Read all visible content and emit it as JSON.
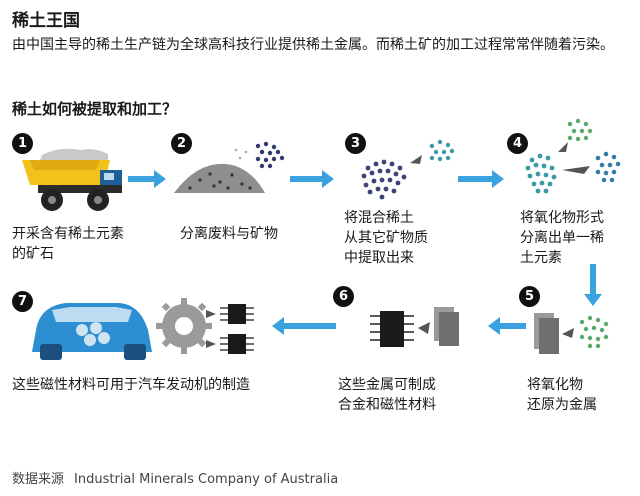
{
  "title": "稀土王国",
  "intro": "由中国主导的稀土生产链为全球高科技行业提供稀土金属。而稀土矿的加工过程常常伴随着污染。",
  "heading": "稀土如何被提取和加工？",
  "steps": [
    {
      "num": "1",
      "lines": [
        "开采含有稀土元素",
        "的矿石"
      ]
    },
    {
      "num": "2",
      "lines": [
        "分离废料与矿物"
      ]
    },
    {
      "num": "3",
      "lines": [
        "将混合稀土",
        "从其它矿物质",
        "中提取出来"
      ]
    },
    {
      "num": "4",
      "lines": [
        "将氧化物形式",
        "分离出单一稀",
        "土元素"
      ]
    },
    {
      "num": "5",
      "lines": [
        "将氧化物",
        "还原为金属"
      ]
    },
    {
      "num": "6",
      "lines": [
        "这些金属可制成",
        "合金和磁性材料"
      ]
    },
    {
      "num": "7",
      "lines": [
        "这些磁性材料可用于汽车发动机的制造"
      ]
    }
  ],
  "source": {
    "label": "数据来源",
    "org": "Industrial Minerals Company of Australia"
  },
  "colors": {
    "arrow": "#3aa2de",
    "truck": "#f2c21a",
    "car": "#2d8ed1",
    "dots_dark": "#2d3a6b",
    "dots_teal": "#3c9aa6",
    "dots_green": "#5aa86a"
  }
}
